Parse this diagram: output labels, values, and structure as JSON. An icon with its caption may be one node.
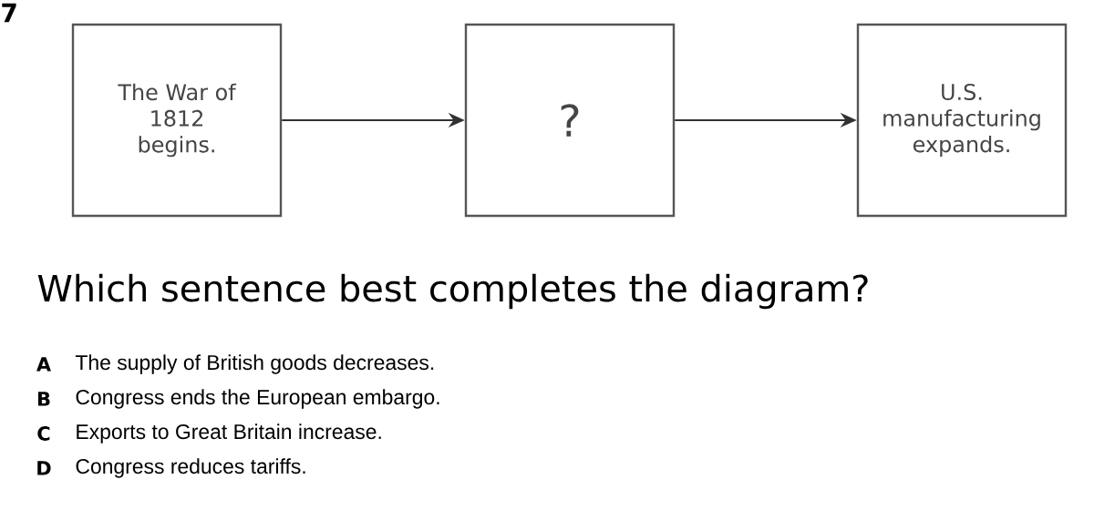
{
  "diagram": {
    "nodes": [
      {
        "text": [
          "The War of 1812 begins."
        ]
      },
      {
        "text": [
          "?"
        ]
      },
      {
        "text": [
          "U.S. manufacturing expands."
        ]
      }
    ],
    "edges": [
      {
        "from": 0,
        "to": 1,
        "arrow": "to"
      },
      {
        "from": 1,
        "to": 2,
        "arrow": "to"
      }
    ],
    "labels": [
      "7",
      "Which sentence best completes the diagram?",
      "A",
      "The supply of British goods decreases.",
      "B",
      "Congress ends the European embargo.",
      "C",
      "Exports to Great Britain increase.",
      "D",
      "Congress reduces tariffs."
    ]
  }
}
